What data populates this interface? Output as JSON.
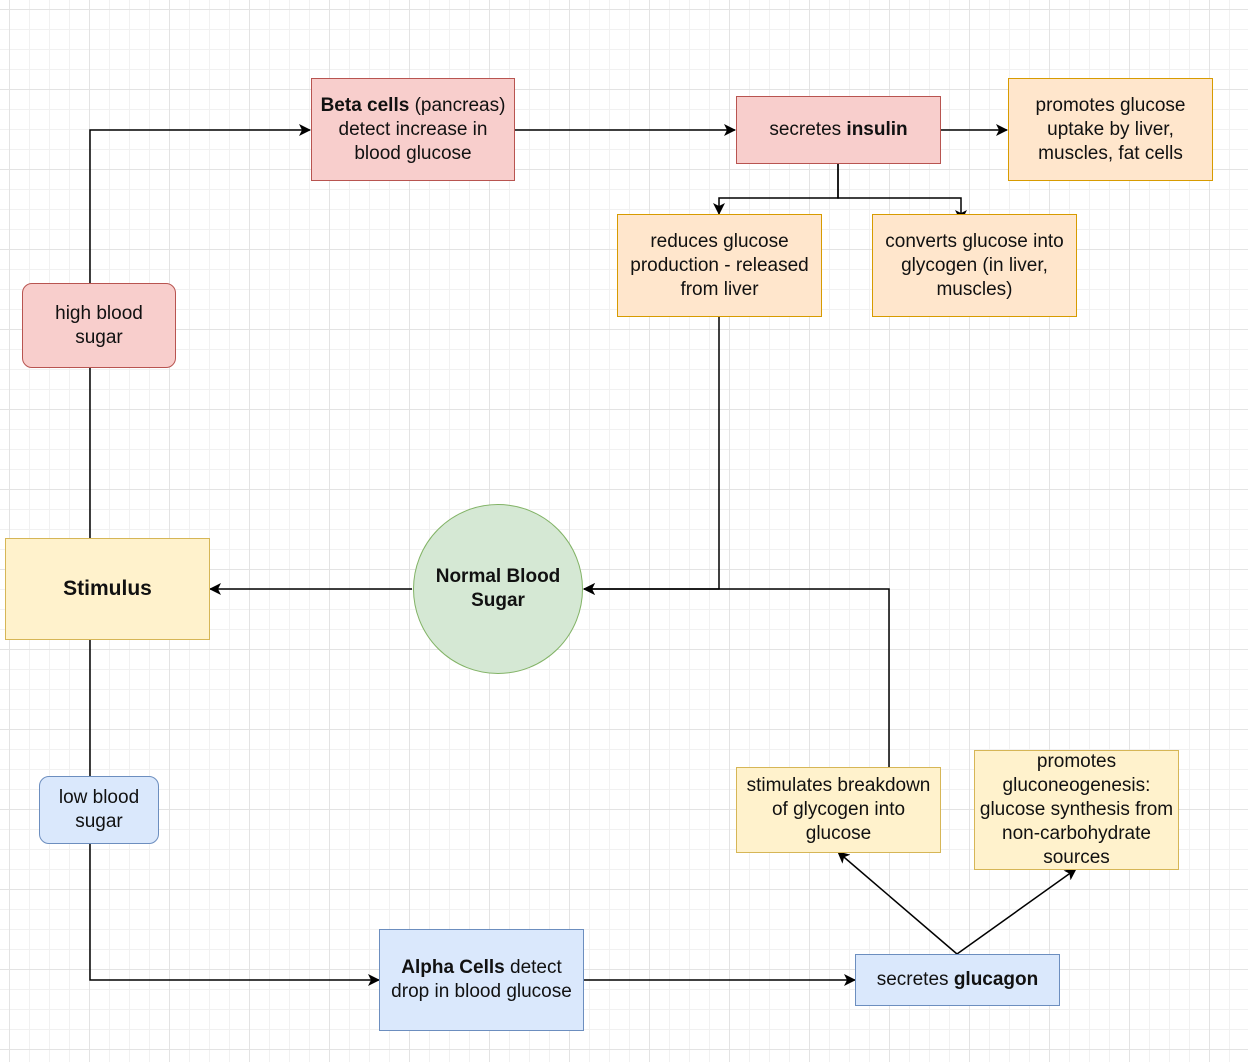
{
  "nodes": {
    "beta_cells": {
      "bold": "Beta cells",
      "rest": " (pancreas) detect increase in blood glucose"
    },
    "secretes_insulin": {
      "prefix": "secretes ",
      "bold": "insulin"
    },
    "promotes_uptake": {
      "text": "promotes glucose uptake by liver, muscles, fat cells"
    },
    "reduces_production": {
      "text": "reduces glucose production - released from liver"
    },
    "converts_glycogen": {
      "text": "converts glucose into glycogen (in liver, muscles)"
    },
    "high_blood_sugar": {
      "text": "high blood sugar"
    },
    "stimulus": {
      "text": "Stimulus"
    },
    "normal_blood_sugar": {
      "text": "Normal Blood Sugar"
    },
    "low_blood_sugar": {
      "text": "low blood sugar"
    },
    "breakdown_glycogen": {
      "text": "stimulates breakdown of glycogen into glucose"
    },
    "gluconeogenesis": {
      "text": "promotes gluconeogenesis: glucose synthesis from non-carbohydrate sources"
    },
    "alpha_cells": {
      "bold": "Alpha Cells",
      "rest": " detect drop in blood glucose"
    },
    "secretes_glucagon": {
      "prefix": "secretes ",
      "bold": "glucagon"
    }
  },
  "colors": {
    "red_fill": "#f8cecc",
    "red_stroke": "#b85450",
    "orange_fill": "#ffe6cc",
    "orange_stroke": "#d79b00",
    "yellow_fill": "#fff2cc",
    "yellow_stroke": "#d6b656",
    "blue_fill": "#dae8fc",
    "blue_stroke": "#6c8ebf",
    "green_fill": "#d5e8d4",
    "green_stroke": "#82b366",
    "edge": "#000000"
  }
}
